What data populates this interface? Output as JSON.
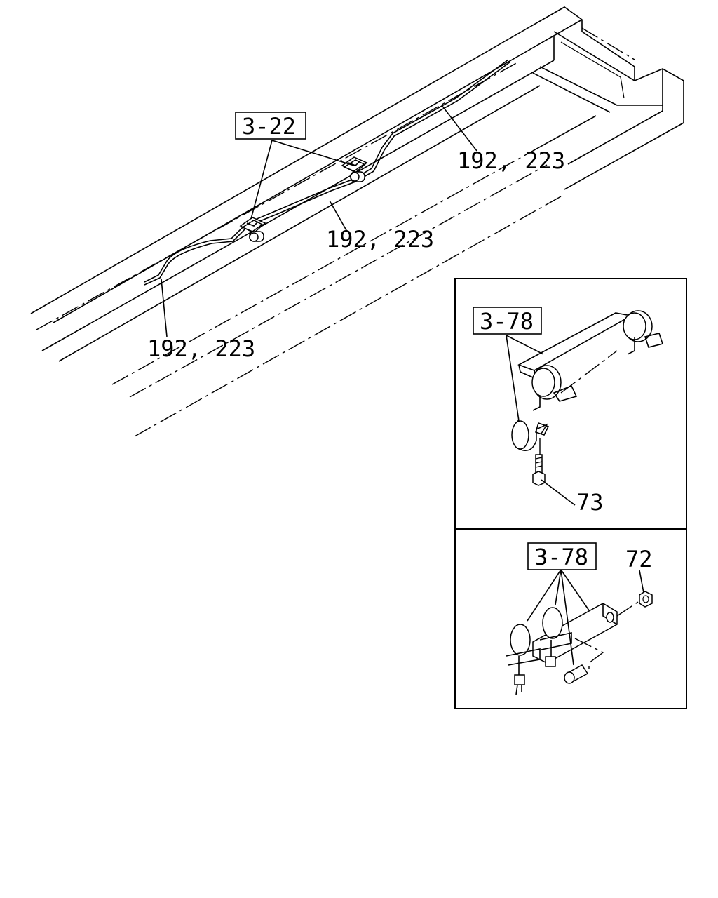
{
  "labels": {
    "ref_3_22": "3-22",
    "pipe_top": "192, 223",
    "pipe_mid": "192, 223",
    "pipe_left": "192, 223",
    "inset1_ref": "3-78",
    "inset1_bolt": "73",
    "inset2_ref": "3-78",
    "inset2_nut": "72"
  }
}
